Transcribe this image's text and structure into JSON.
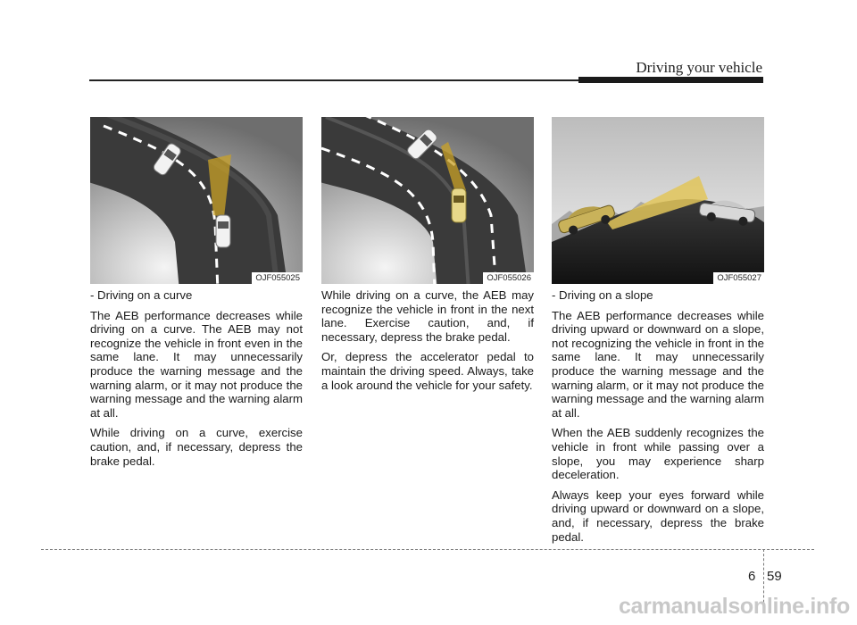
{
  "header": {
    "title": "Driving your vehicle"
  },
  "figures": [
    {
      "code": "OJF055025"
    },
    {
      "code": "OJF055026"
    },
    {
      "code": "OJF055027"
    }
  ],
  "columns": [
    {
      "paragraphs": [
        "- Driving on a curve",
        "The AEB performance decreases while driving on a curve. The AEB may not recognize the vehicle in front even in the same lane. It may unnecessarily produce the warning message and the warning alarm, or it may not produce the warning message and the warning alarm at all.",
        "While driving on a curve, exercise caution, and, if necessary, depress the brake pedal."
      ]
    },
    {
      "paragraphs": [
        "While driving on a curve, the AEB may recognize the vehicle in front in the next lane. Exercise caution, and, if necessary, depress the brake pedal.",
        "Or, depress the accelerator pedal to maintain the driving speed. Always, take a look around the vehicle for your safety."
      ]
    },
    {
      "paragraphs": [
        "- Driving on a slope",
        "The AEB performance decreases while driving upward or downward on a slope, not recognizing the vehicle in front in the same lane. It may unnecessarily produce the warning message and the warning alarm, or it may not produce the warning message and the warning alarm at all.",
        "When the AEB suddenly recognizes the vehicle in front while passing over a slope, you may experience sharp deceleration.",
        "Always keep your eyes forward while driving upward or downward on a slope, and, if necessary, depress the brake pedal."
      ]
    }
  ],
  "footer": {
    "chapter": "6",
    "page": "59"
  },
  "watermark": {
    "text": "carmanualsonline.info"
  }
}
